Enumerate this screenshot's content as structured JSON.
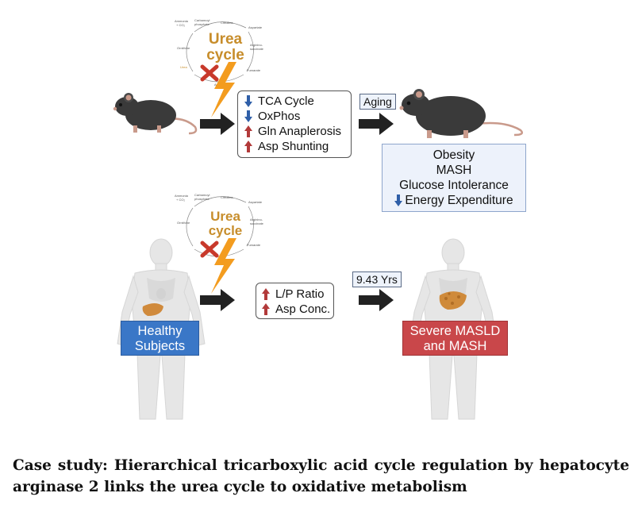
{
  "urea_cycle": {
    "title_line1": "Urea",
    "title_line2": "cycle",
    "metabolites": [
      "Ammonia + CO₂",
      "Carbamoyl phosphate",
      "Citrulline",
      "Aspartate",
      "Arginino-succinate",
      "Fumarate",
      "Arginine",
      "Ornithine",
      "Urea"
    ]
  },
  "mouse_panel": {
    "effects": [
      {
        "direction": "down",
        "label": "TCA Cycle"
      },
      {
        "direction": "down",
        "label": "OxPhos"
      },
      {
        "direction": "up",
        "label": "Gln Anaplerosis"
      },
      {
        "direction": "up",
        "label": "Asp Shunting"
      }
    ],
    "time_label": "Aging",
    "outcome": {
      "lines": [
        "Obesity",
        "MASH",
        "Glucose Intolerance"
      ],
      "last": {
        "direction": "down",
        "label": "Energy Expenditure"
      }
    }
  },
  "human_panel": {
    "subject_label_line1": "Healthy",
    "subject_label_line2": "Subjects",
    "effects": [
      {
        "direction": "up",
        "label": "L/P Ratio"
      },
      {
        "direction": "up",
        "label": "Asp Conc."
      }
    ],
    "time_label": "9.43 Yrs",
    "outcome_line1": "Severe MASLD",
    "outcome_line2": "and MASH"
  },
  "caption": "Case study: Hierarchical tricarboxylic acid cycle regulation by hepatocyte arginase 2 links the urea cycle to oxidative metabolism",
  "colors": {
    "up_arrow": "#b23a3a",
    "down_arrow": "#2f5fa8",
    "bolt": "#f39c1f",
    "x_mark": "#c8392b",
    "healthy_box": "#3a77c7",
    "severe_box": "#c9474a",
    "urea_text": "#c78d2b"
  }
}
